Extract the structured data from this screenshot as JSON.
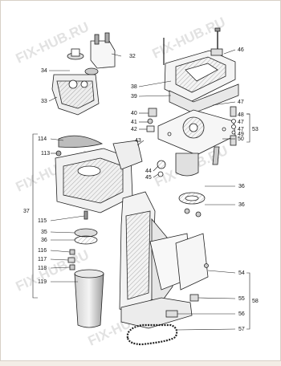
{
  "watermark": {
    "text": "FIX-HUB.RU"
  },
  "callouts": [
    {
      "id": "c32",
      "label": "32"
    },
    {
      "id": "c34",
      "label": "34"
    },
    {
      "id": "c33",
      "label": "33"
    },
    {
      "id": "c46",
      "label": "46"
    },
    {
      "id": "c38",
      "label": "38"
    },
    {
      "id": "c39",
      "label": "39"
    },
    {
      "id": "c47a",
      "label": "47"
    },
    {
      "id": "c40",
      "label": "40"
    },
    {
      "id": "c41",
      "label": "41"
    },
    {
      "id": "c42",
      "label": "42"
    },
    {
      "id": "c48",
      "label": "48"
    },
    {
      "id": "c47b",
      "label": "47"
    },
    {
      "id": "c47c",
      "label": "47"
    },
    {
      "id": "c49",
      "label": "49"
    },
    {
      "id": "c50",
      "label": "50"
    },
    {
      "id": "c53",
      "label": "53"
    },
    {
      "id": "c43",
      "label": "43"
    },
    {
      "id": "c114",
      "label": "114"
    },
    {
      "id": "c113",
      "label": "113"
    },
    {
      "id": "c37",
      "label": "37"
    },
    {
      "id": "c115",
      "label": "115"
    },
    {
      "id": "c44",
      "label": "44"
    },
    {
      "id": "c45",
      "label": "45"
    },
    {
      "id": "c36a",
      "label": "36"
    },
    {
      "id": "c36b",
      "label": "36"
    },
    {
      "id": "c35",
      "label": "35"
    },
    {
      "id": "c36c",
      "label": "36"
    },
    {
      "id": "c116",
      "label": "116"
    },
    {
      "id": "c117",
      "label": "117"
    },
    {
      "id": "c118",
      "label": "118"
    },
    {
      "id": "c119",
      "label": "119"
    },
    {
      "id": "c54",
      "label": "54"
    },
    {
      "id": "c55",
      "label": "55"
    },
    {
      "id": "c58",
      "label": "58"
    },
    {
      "id": "c56",
      "label": "56"
    },
    {
      "id": "c57",
      "label": "57"
    }
  ]
}
